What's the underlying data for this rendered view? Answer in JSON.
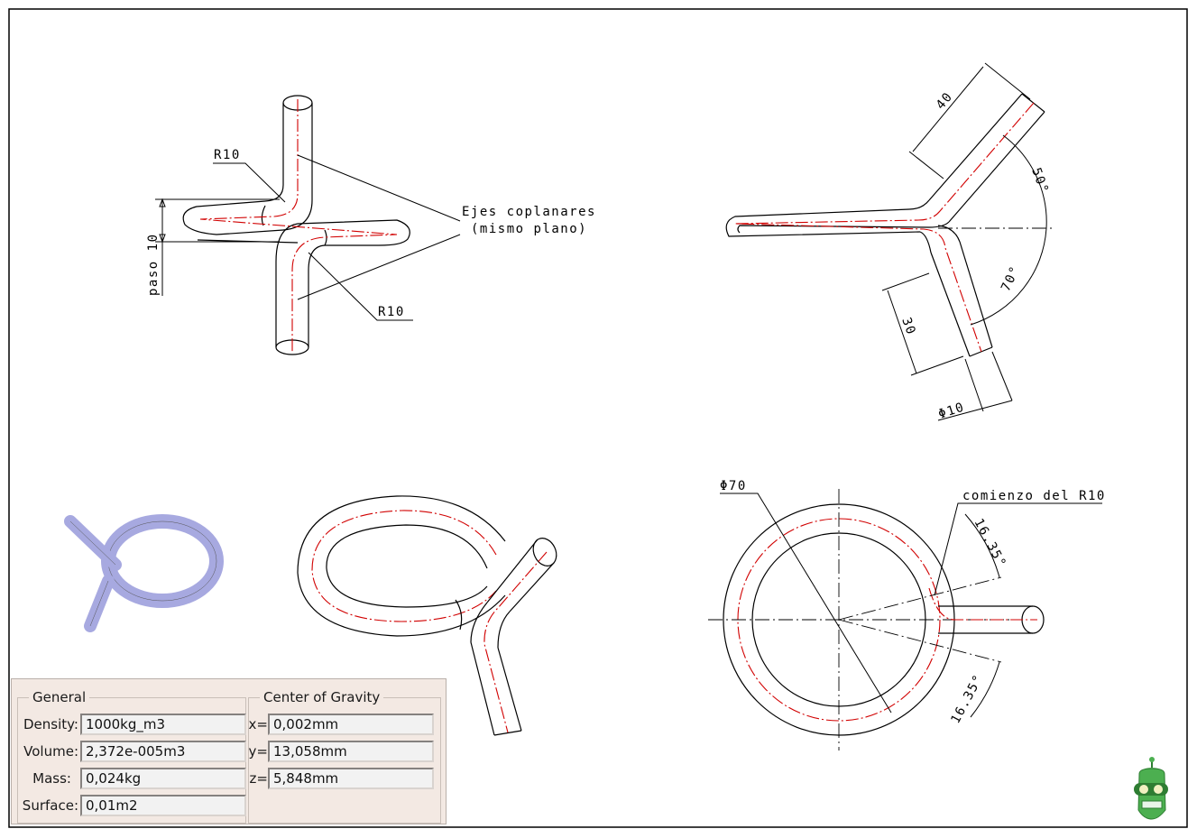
{
  "drawing": {
    "front_view": {
      "radius_top": "R10",
      "radius_bottom": "R10",
      "pitch_label": "paso 10",
      "note_line1": "Ejes coplanares",
      "note_line2": "(mismo plano)"
    },
    "side_view": {
      "length_top": "40",
      "angle_top": "50°",
      "angle_bottom": "70°",
      "length_bottom": "30",
      "diameter": "Φ10"
    },
    "top_view": {
      "diameter": "Φ70",
      "note": "comienzo del R10",
      "angle_top": "16.35°",
      "angle_bottom": "16.35°"
    }
  },
  "properties_panel": {
    "general": {
      "title": "General",
      "density_label": "Density:",
      "density_value": "1000kg_m3",
      "volume_label": "Volume:",
      "volume_value": "2,372e-005m3",
      "mass_label": "Mass:",
      "mass_value": "0,024kg",
      "surface_label": "Surface:",
      "surface_value": "0,01m2"
    },
    "center_of_gravity": {
      "title": "Center of Gravity",
      "x_label": "x=",
      "x_value": "0,002mm",
      "y_label": "y=",
      "y_value": "13,058mm",
      "z_label": "z=",
      "z_value": "5,848mm"
    }
  },
  "colors": {
    "axis_line": "#d10000",
    "solid_tube": "#a7a9e0",
    "panel_bg": "#f3e9e3",
    "logo": "#4caf50"
  },
  "icons": {
    "logo": "robot-head-logo-icon"
  }
}
